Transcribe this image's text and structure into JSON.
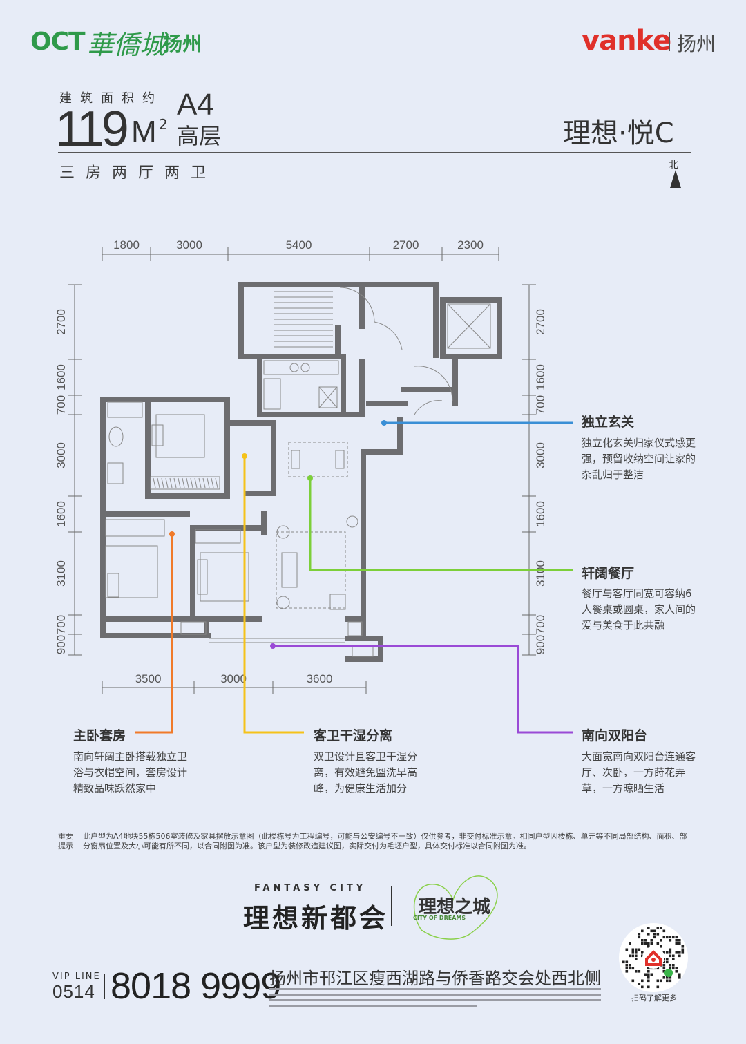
{
  "header": {
    "oct": "OCT",
    "oct_cn": "華僑城",
    "oct_city": "扬州",
    "vanke": "vanke",
    "vanke_city": "扬州"
  },
  "unit": {
    "area_label": "建筑面积约",
    "area_value": "119",
    "area_unit": "M",
    "area_sup": "2",
    "code": "A4",
    "floor": "高层",
    "name": "理想·悦C",
    "rooms": "三房两厅两卫",
    "north": "北"
  },
  "dimensions": {
    "top": [
      "1800",
      "3000",
      "5400",
      "2700",
      "2300"
    ],
    "bottom": [
      "3500",
      "3000",
      "3600"
    ],
    "left": [
      "2700",
      "1600",
      "700",
      "3000",
      "1600",
      "3100",
      "700",
      "900"
    ],
    "right": [
      "2700",
      "1600",
      "700",
      "3000",
      "1600",
      "3100",
      "700",
      "900"
    ]
  },
  "features": [
    {
      "title": "独立玄关",
      "desc": "独立化玄关归家仪式感更强，预留收纳空间让家的杂乱归于整洁",
      "color": "#3a8fd6"
    },
    {
      "title": "轩阔餐厅",
      "desc": "餐厅与客厅同宽可容纳6人餐桌或圆桌，家人间的爱与美食于此共融",
      "color": "#7ccf3a"
    },
    {
      "title": "主卧套房",
      "desc": "南向轩阔主卧搭载独立卫浴与衣帽空间，套房设计精致品味跃然家中",
      "color": "#f07a2a"
    },
    {
      "title": "客卫干湿分离",
      "desc": "双卫设计且客卫干湿分离，有效避免盥洗早高峰，为健康生活加分",
      "color": "#f5c21a"
    },
    {
      "title": "南向双阳台",
      "desc": "大面宽南向双阳台连通客厅、次卧，一方莳花弄草，一方晾晒生活",
      "color": "#9a4ad6"
    }
  ],
  "notice": {
    "label": "重要提示",
    "text": "此户型为A4地块55栋506室装修及家具摆放示意图（此楼栋号为工程编号，可能与公安编号不一致）仅供参考，非交付标准示意。相同户型因楼栋、单元等不同局部结构、面积、部分窗扇位置及大小可能有所不同，以合同附图为准。该户型为装修改造建议图，实际交付为毛坯户型，具体交付标准以合同附图为准。"
  },
  "brand": {
    "fantasy": "FANTASY CITY",
    "dream": "理想新都会",
    "city_cn": "理想之城",
    "city_en": "CITY OF DREAMS"
  },
  "contact": {
    "vip": "VIP LINE",
    "area_code": "0514",
    "phone": "8018 9999",
    "address": "扬州市邗江区瘦西湖路与侨香路交会处西北侧",
    "qr_label": "扫码了解更多"
  }
}
